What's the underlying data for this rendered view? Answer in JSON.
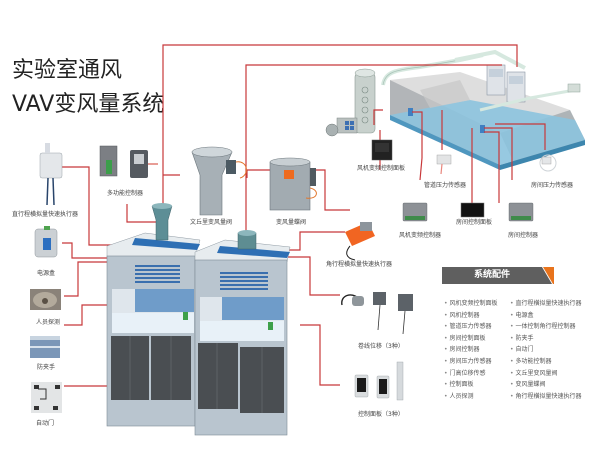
{
  "title": {
    "line1": "实验室通风",
    "line2": "VAV变风量系统"
  },
  "colors": {
    "connector_line": "#c8383a",
    "banner_bg": "#5f5f5f",
    "banner_accent": "#e8731c",
    "water_blue": "#7fb6d0",
    "cabinet_gray": "#b9c5cf",
    "panel_blue": "#2f6fb1"
  },
  "components": {
    "linear_actuator": "直行程横拟量快速执行器",
    "power_box": "电源盒",
    "occupancy_sensor": "人员探测",
    "anti_pinch": "防夹手",
    "auto_door": "自动门",
    "multi_controller": "多功能控制器",
    "venturi_valve": "文丘里变风量阀",
    "vav_damper": "变风量蝶阀",
    "angular_actuator": "角行程横拟量快速执行器",
    "fan_vfd_panel": "风机变频控制面板",
    "duct_pressure_sensor": "管道压力传感器",
    "room_pressure_sensor": "房间压力传感器",
    "fan_vfd_controller": "风机变频控制器",
    "room_control_panel": "房间控制面板",
    "room_controller": "房间控制器",
    "wire_displacement": "卷线位移（3种）",
    "control_panel": "控制面板（3种）"
  },
  "accessories": {
    "heading": "系统配件",
    "left": [
      "风机变频控制面板",
      "风机控制器",
      "管道压力传感器",
      "房间控制面板",
      "房间控制器",
      "房间压力传感器",
      "门高位移传感",
      "控制面板",
      "人员探测"
    ],
    "right": [
      "直行程横拟量快速执行器",
      "电源盒",
      "一体控制角行程控制器",
      "防夹手",
      "自动门",
      "多功能控制器",
      "文丘里变风量阀",
      "变风量蝶阀",
      "角行程横拟量快速执行器"
    ]
  }
}
